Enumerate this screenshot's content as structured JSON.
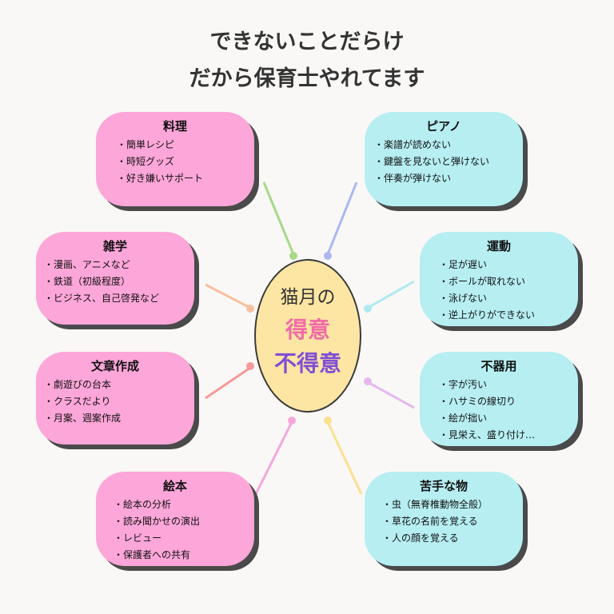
{
  "title": {
    "line1": "できないことだらけ",
    "line2": "だから保育士やれてます"
  },
  "center": {
    "line1": "猫月の",
    "line2": "得意",
    "line3": "不得意",
    "line2_color": "#f26aa6",
    "line3_color": "#7e4fd6"
  },
  "strengths": [
    {
      "title": "料理",
      "items": [
        "簡単レシピ",
        "時短グッズ",
        "好き嫌いサポート"
      ]
    },
    {
      "title": "雑学",
      "items": [
        "漫画、アニメなど",
        "鉄道（初級程度）",
        "ビジネス、自己啓発など"
      ]
    },
    {
      "title": "文章作成",
      "items": [
        "劇遊びの台本",
        "クラスだより",
        "月案、週案作成"
      ]
    },
    {
      "title": "絵本",
      "items": [
        "絵本の分析",
        "読み聞かせの演出",
        "レビュー",
        "保護者への共有"
      ]
    }
  ],
  "weaknesses": [
    {
      "title": "ピアノ",
      "items": [
        "楽譜が読めない",
        "鍵盤を見ないと弾けない",
        "伴奏が弾けない"
      ]
    },
    {
      "title": "運動",
      "items": [
        "足が遅い",
        "ボールが取れない",
        "泳げない",
        "逆上がりができない"
      ]
    },
    {
      "title": "不器用",
      "items": [
        "字が汚い",
        "ハサミの線切り",
        "絵が拙い",
        "見栄え、盛り付け…"
      ]
    },
    {
      "title": "苦手な物",
      "items": [
        "虫（無脊椎動物全般）",
        "草花の名前を覚える",
        "人の顔を覚える"
      ]
    }
  ],
  "colors": {
    "strength_card": "#fda6d9",
    "weakness_card": "#b6eef2",
    "center_fill": "#fde6a3",
    "connectors": [
      "#a8d98a",
      "#aab8f2",
      "#f7bfa0",
      "#b0eaf0",
      "#f59a9a",
      "#e4b8ef",
      "#f5a8d8",
      "#fbe08f"
    ]
  }
}
